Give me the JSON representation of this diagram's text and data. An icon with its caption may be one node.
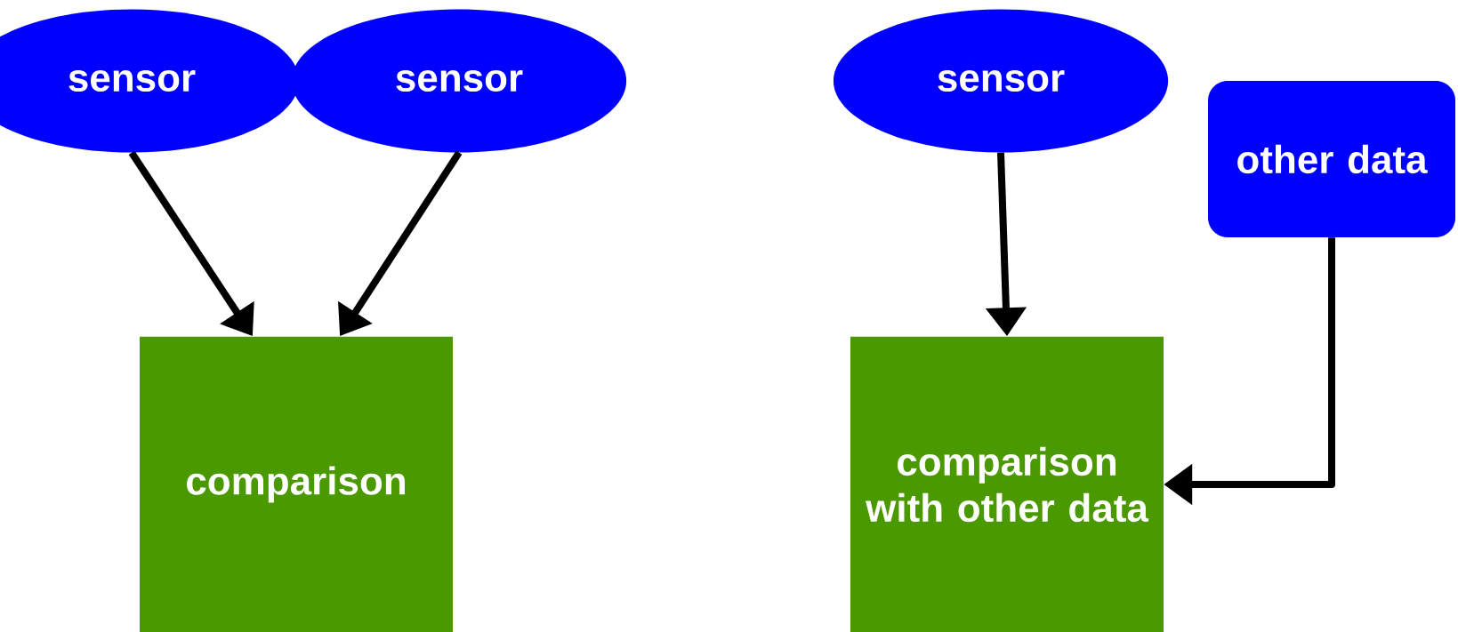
{
  "diagram": {
    "nodes": [
      {
        "text": [
          "sensor"
        ]
      },
      {
        "text": [
          "sensor"
        ]
      },
      {
        "text": [
          "sensor"
        ]
      },
      {
        "text": [
          "other data"
        ]
      },
      {
        "text": [
          "comparison"
        ]
      },
      {
        "text": [
          "comparison with other data"
        ]
      }
    ],
    "edges": [
      {
        "from": 0,
        "to": 4,
        "arrow": "to"
      },
      {
        "from": 1,
        "to": 4,
        "arrow": "to"
      },
      {
        "from": 2,
        "to": 5,
        "arrow": "to"
      },
      {
        "from": 3,
        "to": 5,
        "arrow": "to"
      }
    ]
  }
}
